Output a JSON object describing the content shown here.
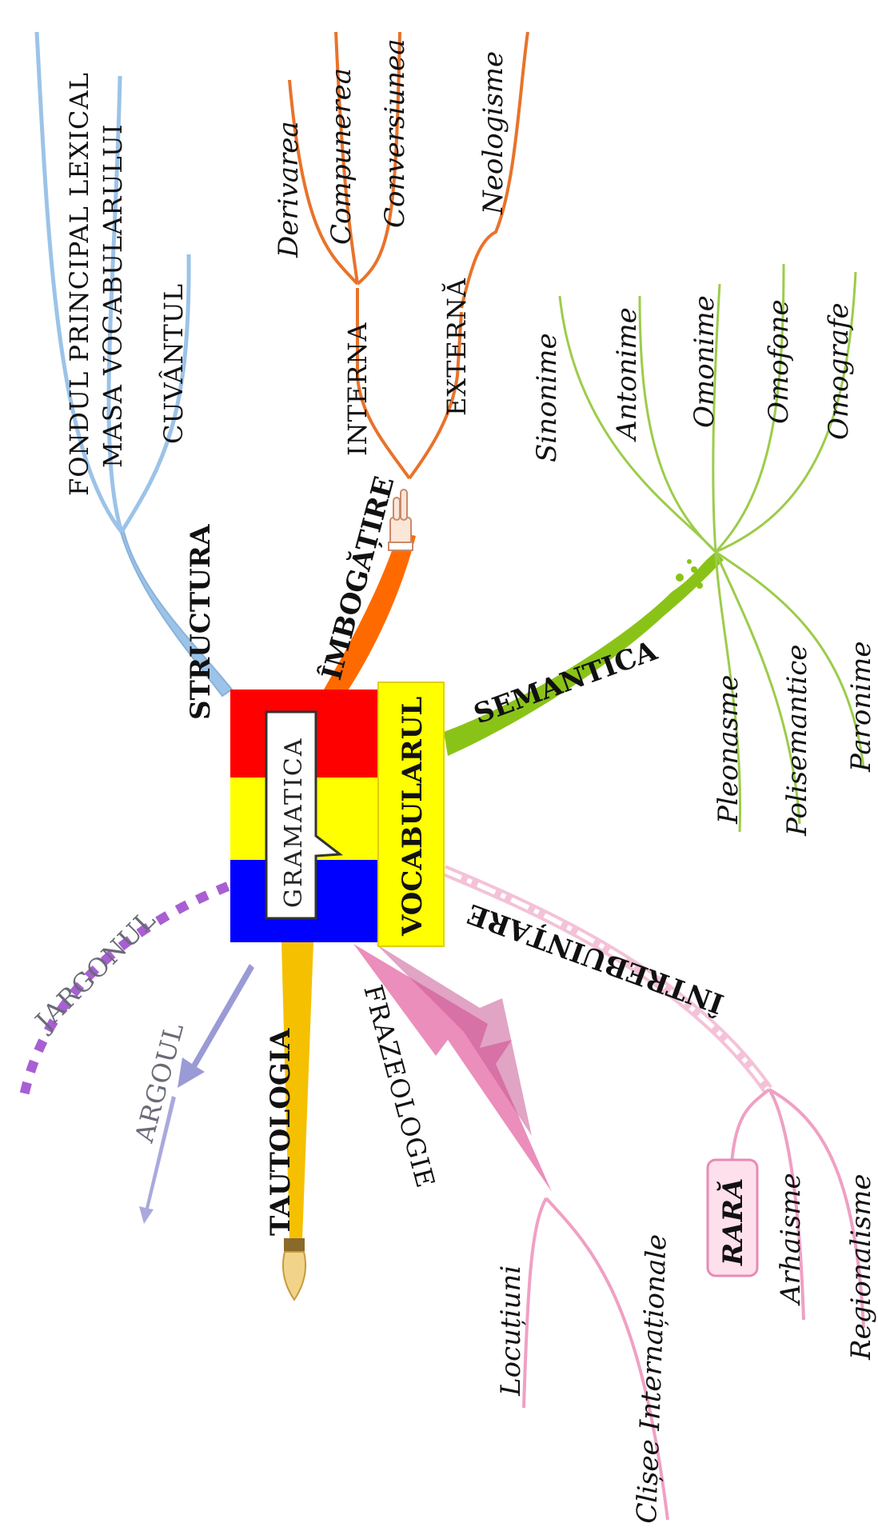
{
  "colors": {
    "blue_branch": "#9cc3e8",
    "orange_branch": "#e8732a",
    "green_branch": "#8cc63f",
    "pink_branch": "#f0a8c8",
    "yellow_branch": "#f5c000",
    "lavender_branch": "#9a9ad6",
    "purple_dotted": "#a85fd3",
    "flag_red": "#ff0000",
    "flag_yellow": "#ffff00",
    "flag_blue": "#0000ff"
  },
  "center": {
    "badge": "GRAMATICA",
    "title": "VOCABULARUL"
  },
  "structura": {
    "label": "STRUCTURA",
    "items": [
      "FONDUL PRINCIPAL LEXICAL",
      "MASA VOCABULARULUI",
      "CUVÂNTUL"
    ]
  },
  "imbogatire": {
    "label": "ÎMBOGĂȚIRE",
    "interna": {
      "label": "INTERNA",
      "items": [
        "Derivarea",
        "Compunerea",
        "Conversiunea"
      ]
    },
    "externa": {
      "label": "EXTERNĂ",
      "items": [
        "Neologisme"
      ]
    }
  },
  "semantica": {
    "label": "SEMANTICA",
    "items_upper": [
      "Sinonime",
      "Antonime",
      "Omonime",
      "Omofone",
      "Omografe"
    ],
    "items_lower": [
      "Pleonasme",
      "Polisemantice",
      "Paronime"
    ]
  },
  "intrebuintare": {
    "label": "ÎNTREBUINȚARE",
    "rara": "RARĂ",
    "items": [
      "Arhaisme",
      "Regionalisme"
    ]
  },
  "frazeologie": {
    "label": "FRAZEOLOGIE",
    "items": [
      "Locuțiuni",
      "Clișee Internaționale"
    ]
  },
  "tautologia": {
    "label": "TAUTOLOGIA"
  },
  "argoul": {
    "label": "ARGOUL"
  },
  "jargonul": {
    "label": "JARGONUL"
  }
}
